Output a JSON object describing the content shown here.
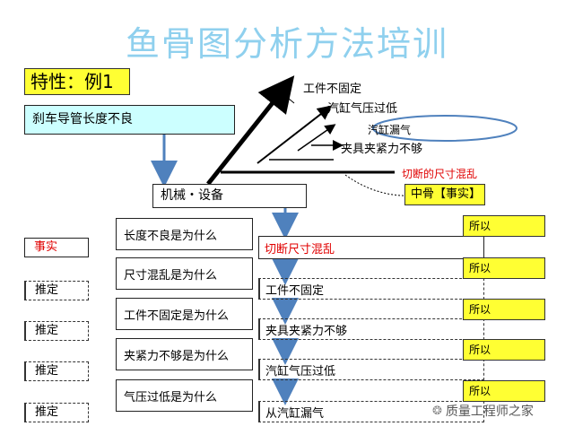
{
  "title": "鱼骨图分析方法培训",
  "characteristic": "特性：例1",
  "problem": "刹车导管长度不良",
  "major_bone": "机械・设备",
  "mid_bone_label": "中骨【事实】",
  "bones": [
    "工件不固定",
    "汽缸气压过低",
    "汽缸漏气",
    "夹具夹紧力不够",
    "切断的尺寸混乱"
  ],
  "left_labels": [
    "事实",
    "推定",
    "推定",
    "推定",
    "推定"
  ],
  "questions": [
    "长度不良是为什么",
    "尺寸混乱是为什么",
    "工件不固定是为什么",
    "夹紧力不够是为什么",
    "气压过低是为什么"
  ],
  "answers": [
    "切断尺寸混乱",
    "工件不固定",
    "夹具夹紧力不够",
    "汽缸气压过低",
    "从汽缸漏气"
  ],
  "so_label": "所以",
  "watermark": "质量工程师之家"
}
